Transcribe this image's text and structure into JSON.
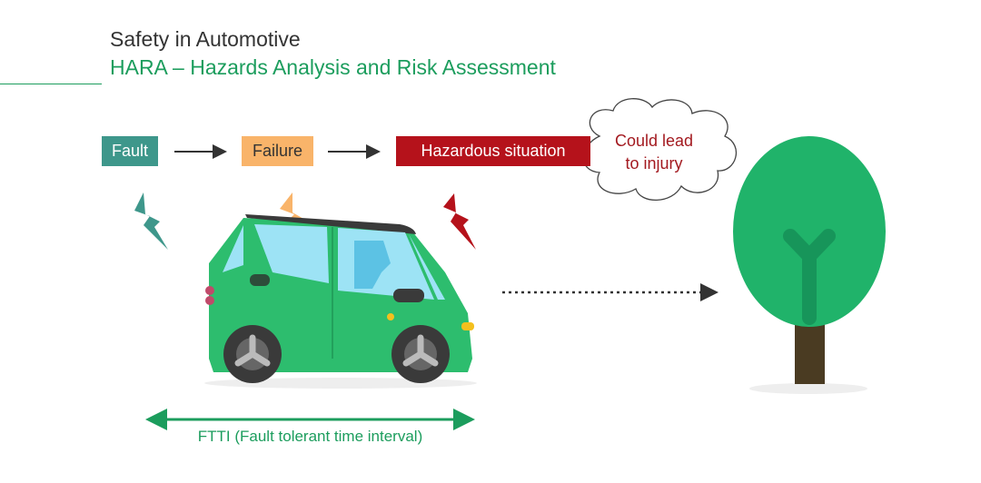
{
  "header": {
    "title": "Safety in Automotive",
    "subtitle": "HARA – Hazards Analysis and Risk Assessment"
  },
  "chain": {
    "fault": "Fault",
    "failure": "Failure",
    "hazard": "Hazardous situation"
  },
  "cloud": {
    "line1": "Could lead",
    "line2": "to injury"
  },
  "ftti": "FTTI (Fault tolerant time interval)",
  "colors": {
    "green": "#1c9d5d",
    "teal": "#3e978b",
    "orange": "#f9b46a",
    "red": "#b5121b",
    "car": "#2dbd6e",
    "tree": "#20b36a",
    "trunk": "#4a3b22"
  }
}
